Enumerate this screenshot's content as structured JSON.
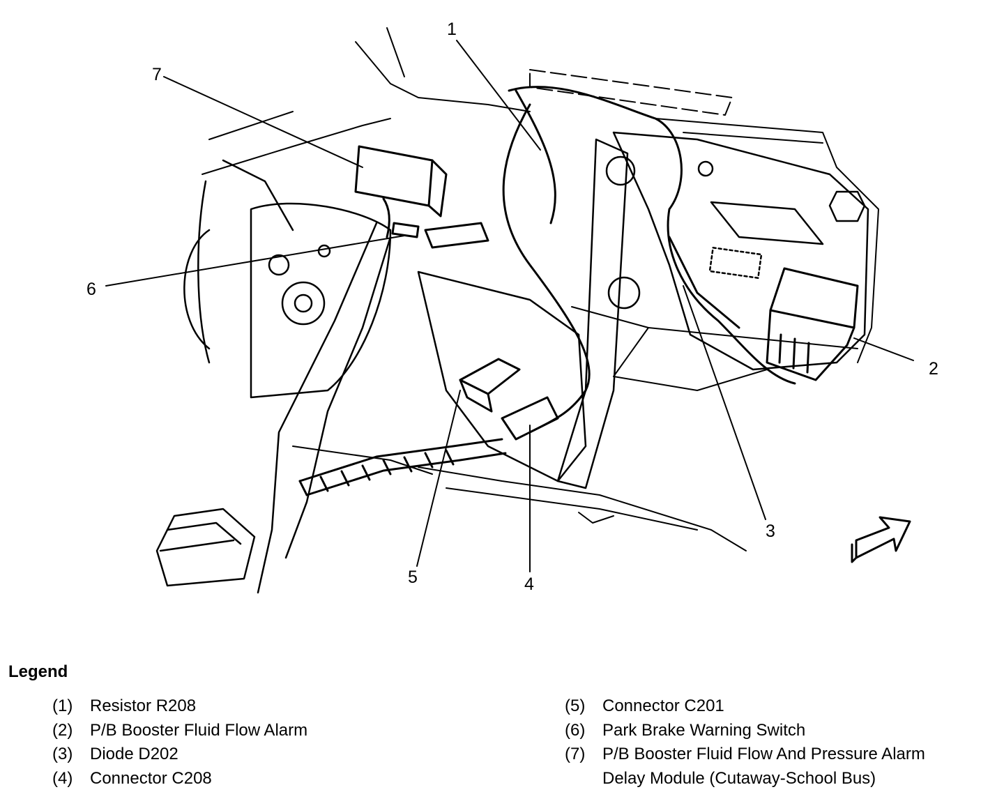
{
  "callouts": [
    "1",
    "2",
    "3",
    "4",
    "5",
    "6",
    "7"
  ],
  "legend": {
    "title": "Legend",
    "items": [
      {
        "key": "(1)",
        "text": "Resistor R208"
      },
      {
        "key": "(2)",
        "text": "P/B Booster Fluid Flow Alarm"
      },
      {
        "key": "(3)",
        "text": "Diode D202"
      },
      {
        "key": "(4)",
        "text": "Connector C208"
      },
      {
        "key": "(5)",
        "text": "Connector C201"
      },
      {
        "key": "(6)",
        "text": "Park Brake Warning Switch"
      },
      {
        "key": "(7)",
        "text": "P/B Booster Fluid Flow And Pressure Alarm\nDelay Module (Cutaway-School Bus)"
      }
    ]
  }
}
